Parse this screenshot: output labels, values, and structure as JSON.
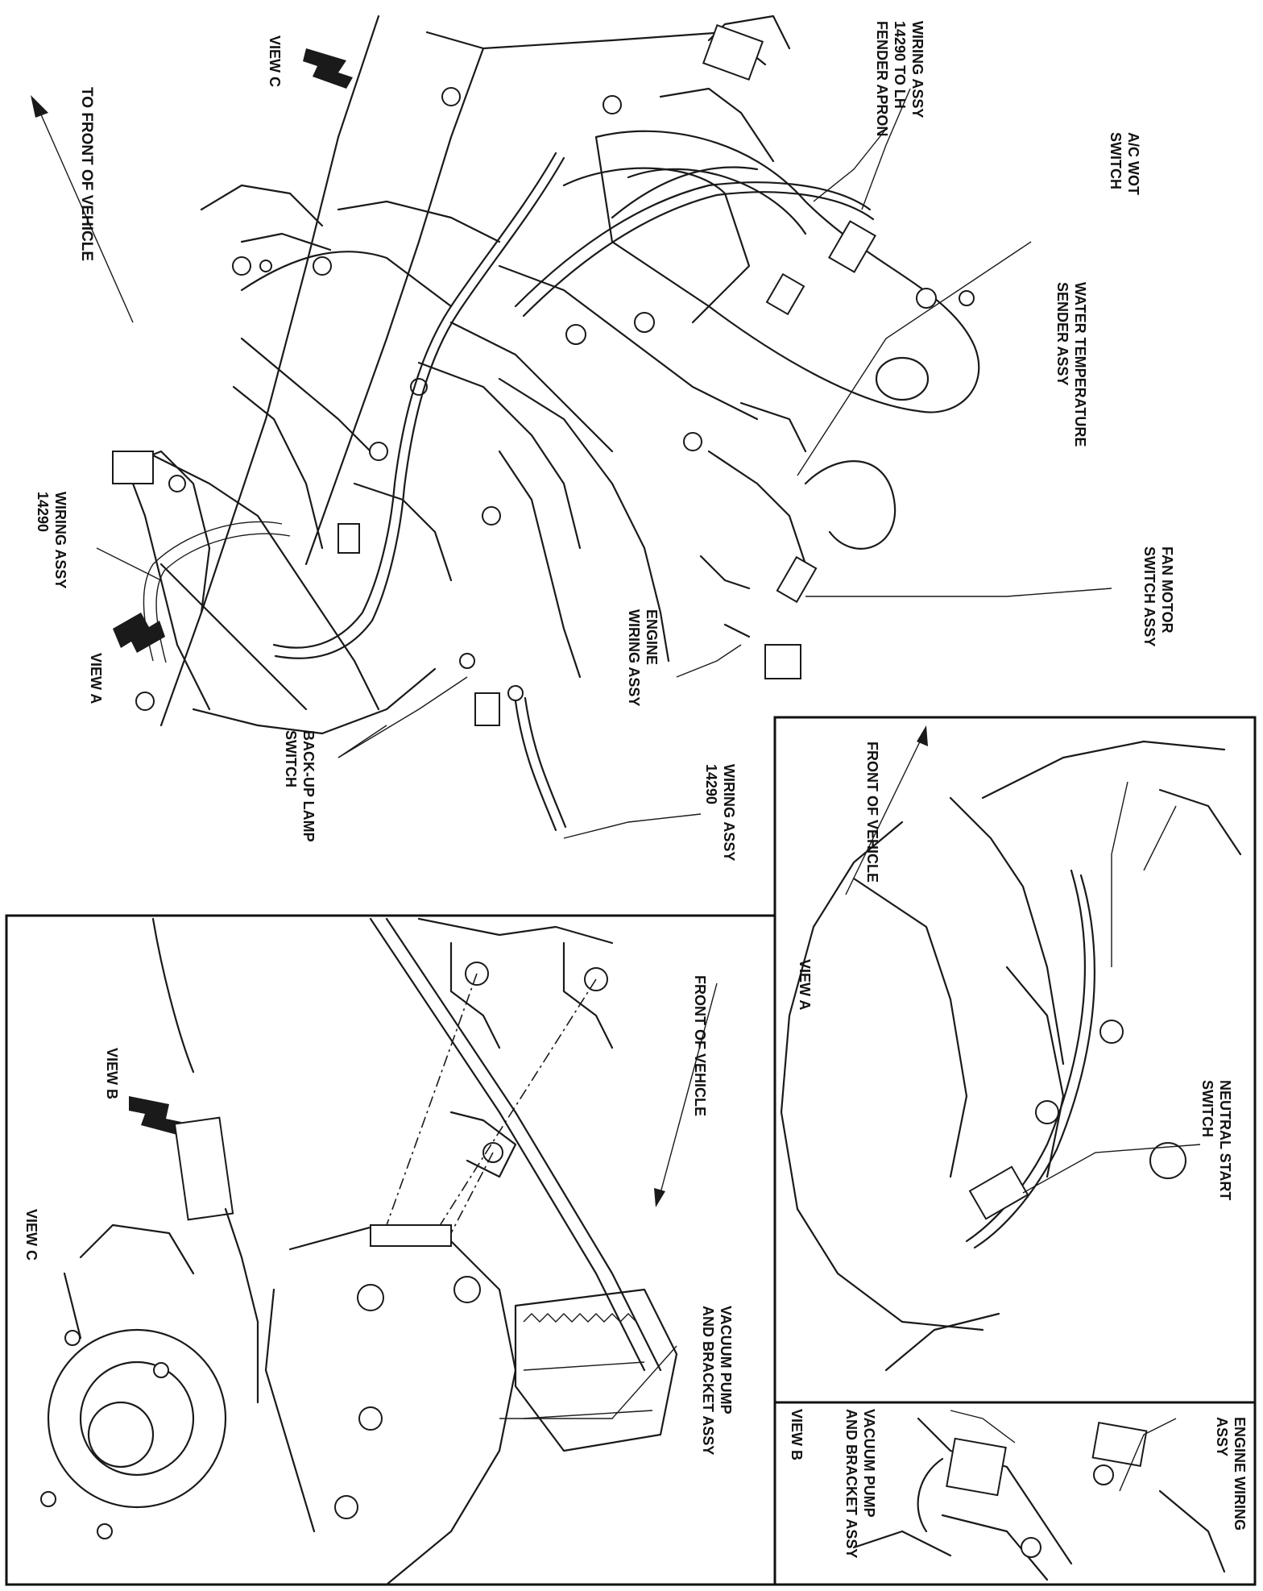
{
  "labels": {
    "to_front": "TO FRONT OF VEHICLE",
    "view_c_main": "VIEW C",
    "wiring_14290_lh": [
      "WIRING ASSY",
      "14290 TO LH",
      "FENDER APRON"
    ],
    "ac_wot": [
      "A/C WOT",
      "SWITCH"
    ],
    "water_temp": [
      "WATER TEMPERATURE",
      "SENDER ASSY"
    ],
    "fan_motor": [
      "FAN MOTOR",
      "SWITCH ASSY"
    ],
    "engine_wiring": [
      "ENGINE",
      "WIRING ASSY"
    ],
    "wiring_14290_b": [
      "WIRING ASSY",
      "14290"
    ],
    "backup_lamp": [
      "BACK-UP LAMP",
      "SWITCH"
    ],
    "view_a_main": "VIEW A",
    "wiring_14290_a": [
      "WIRING ASSY",
      "14290"
    ],
    "front_vehicle_a": "FRONT OF VEHICLE",
    "view_a_title": "VIEW A",
    "neutral_start": [
      "NEUTRAL START",
      "SWITCH"
    ],
    "view_b_title": "VIEW B",
    "engine_wiring_b": [
      "ENGINE WIRING",
      "ASSY"
    ],
    "vacuum_pump_b": [
      "VACUUM PUMP",
      "AND BRACKET ASSY"
    ],
    "front_vehicle_c": "FRONT OF VEHICLE",
    "view_b_arrow": "VIEW B",
    "view_c_title": "VIEW C",
    "vacuum_pump_c": [
      "VACUUM PUMP",
      "AND BRACKET ASSY"
    ]
  },
  "colors": {
    "ink": "#1a1a1a",
    "paper": "#ffffff"
  },
  "icons": [
    "front-direction-arrow-icon",
    "view-pointer-arrow-icon"
  ]
}
